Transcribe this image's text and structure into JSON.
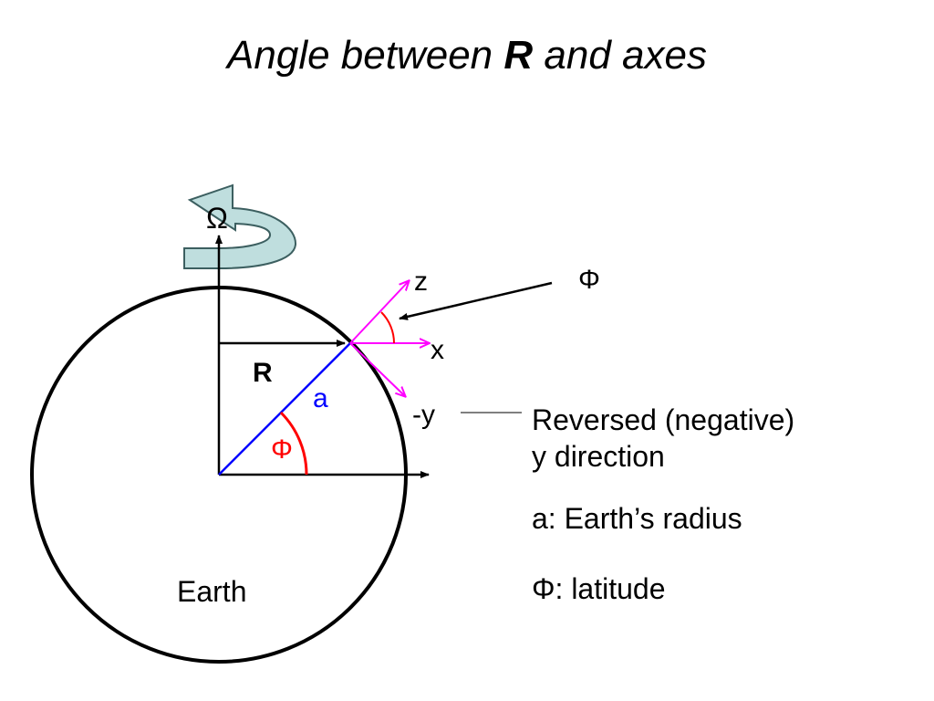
{
  "title": {
    "prefix": "Angle between ",
    "bold": "R",
    "suffix": " and axes"
  },
  "diagram": {
    "omega_label": "Ω",
    "z_label": "z",
    "x_label": "x",
    "neg_y_label": "-y",
    "r_label": "R",
    "a_label": "a",
    "phi_inner_label": "Φ",
    "phi_outer_label": "Φ",
    "earth_label": "Earth"
  },
  "notes": {
    "reversed_line1": "Reversed (negative)",
    "reversed_line2": "y direction",
    "radius": "a: Earth’s radius",
    "latitude": "Φ: latitude"
  },
  "colors": {
    "axis": "#000000",
    "local_axes": "#ff00ff",
    "radius_line": "#0000ff",
    "angle": "#ff0000",
    "rotation_arrow_fill": "#bfdede",
    "rotation_arrow_stroke": "#3c5f60"
  }
}
